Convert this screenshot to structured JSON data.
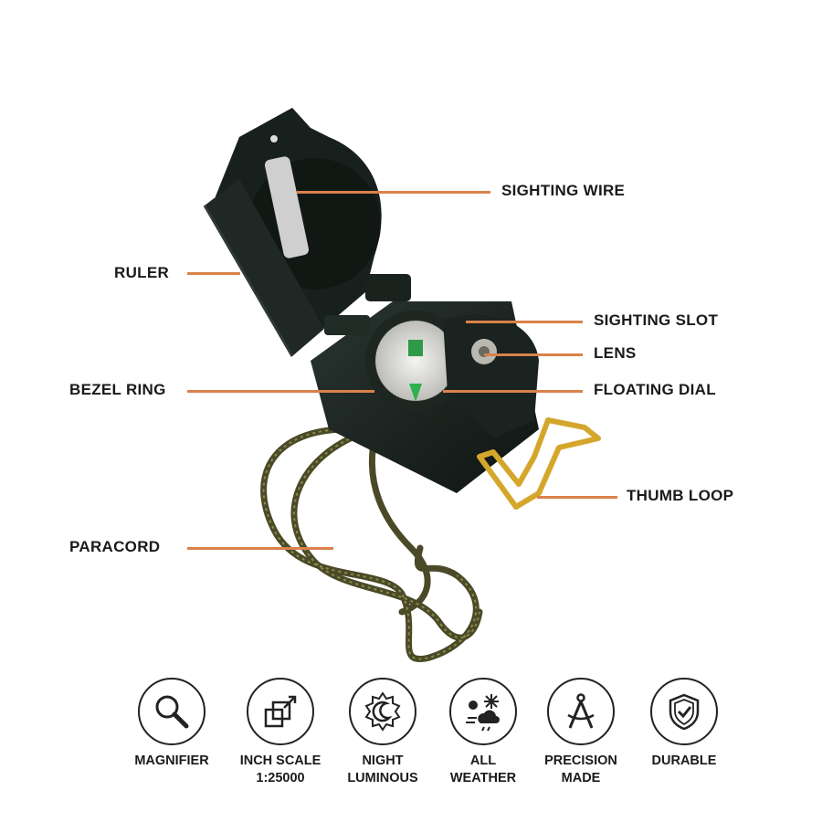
{
  "callouts": {
    "sighting_wire": "SIGHTING WIRE",
    "ruler": "RULER",
    "sighting_slot": "SIGHTING SLOT",
    "lens": "LENS",
    "bezel_ring": "BEZEL RING",
    "floating_dial": "FLOATING DIAL",
    "thumb_loop": "THUMB LOOP",
    "paracord": "PARACORD"
  },
  "features": [
    {
      "icon": "magnifier-icon",
      "line1": "MAGNIFIER",
      "line2": ""
    },
    {
      "icon": "inch-scale-icon",
      "line1": "INCH SCALE",
      "line2": "1:25000"
    },
    {
      "icon": "moon-icon",
      "line1": "NIGHT",
      "line2": "LUMINOUS"
    },
    {
      "icon": "weather-icon",
      "line1": "ALL",
      "line2": "WEATHER"
    },
    {
      "icon": "compass-drafting-icon",
      "line1": "PRECISION",
      "line2": "MADE"
    },
    {
      "icon": "shield-check-icon",
      "line1": "DURABLE",
      "line2": ""
    }
  ],
  "colors": {
    "callout_line": "#d9824a",
    "text": "#1a1a1a",
    "thumb_loop": "#d4a72c",
    "compass_body": "#1b2420"
  }
}
